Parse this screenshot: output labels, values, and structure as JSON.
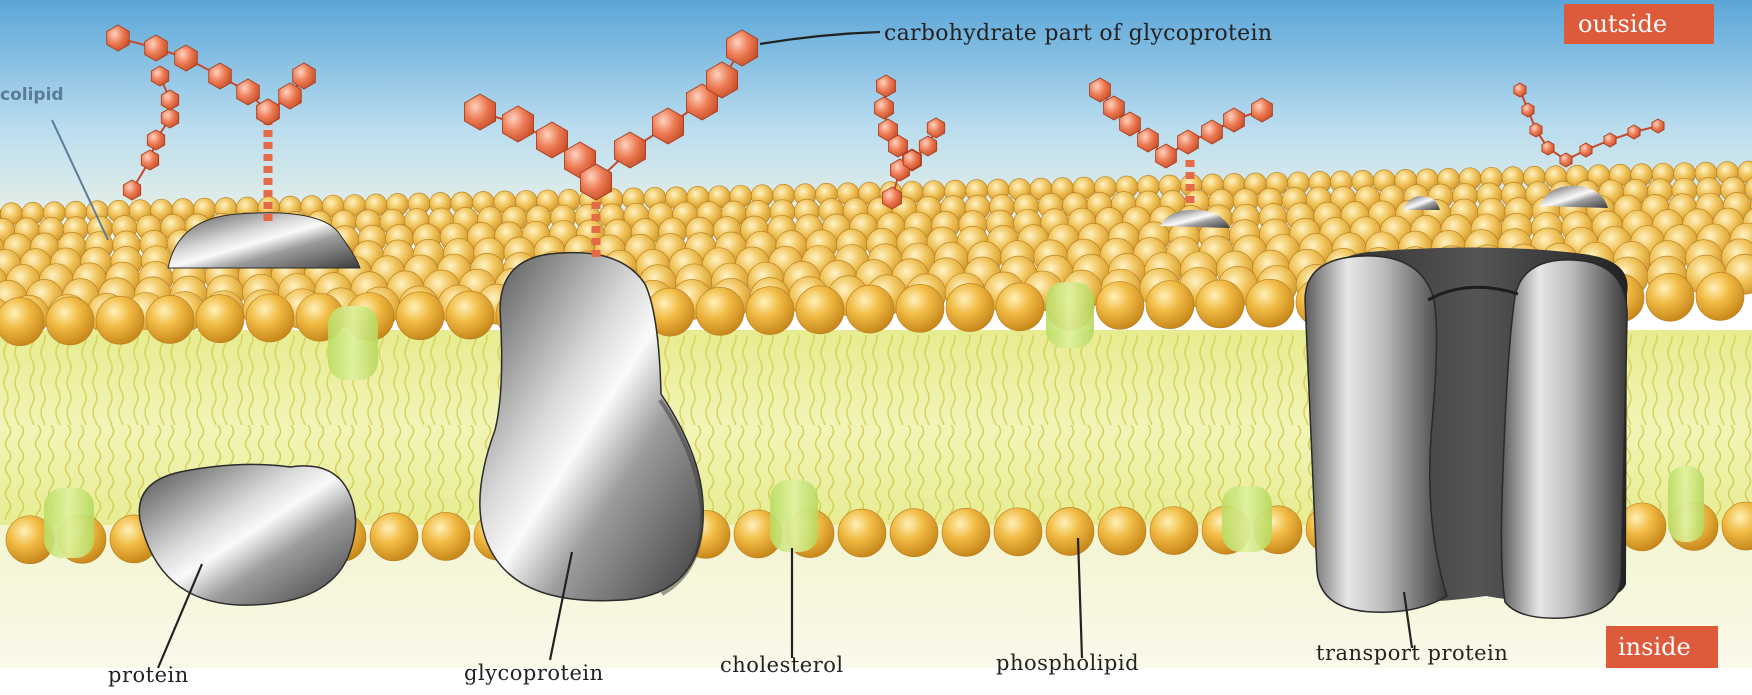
{
  "labels": {
    "top_carbohydrate": "carbohydrate part of glycoprotein",
    "outside": "outside",
    "inside": "inside",
    "protein": "protein",
    "glycoprotein": "glycoprotein",
    "cholesterol": "cholesterol",
    "phospholipid": "phospholipid",
    "transport_protein": "transport protein",
    "glycolipid_partial": "colipid"
  },
  "colors": {
    "sky_top": "#6fb3dc",
    "sky_bottom": "#eef2ea",
    "head": "#e9a82a",
    "head_light": "#ffe7a3",
    "tail_zone": "#e9ed9c",
    "cholesterol": "#c9e67a",
    "protein_dark": "#3a3a3a",
    "protein_light": "#f2f2f2",
    "carbohydrate": "#e0603c",
    "tag_bg": "#dd5a3a"
  }
}
